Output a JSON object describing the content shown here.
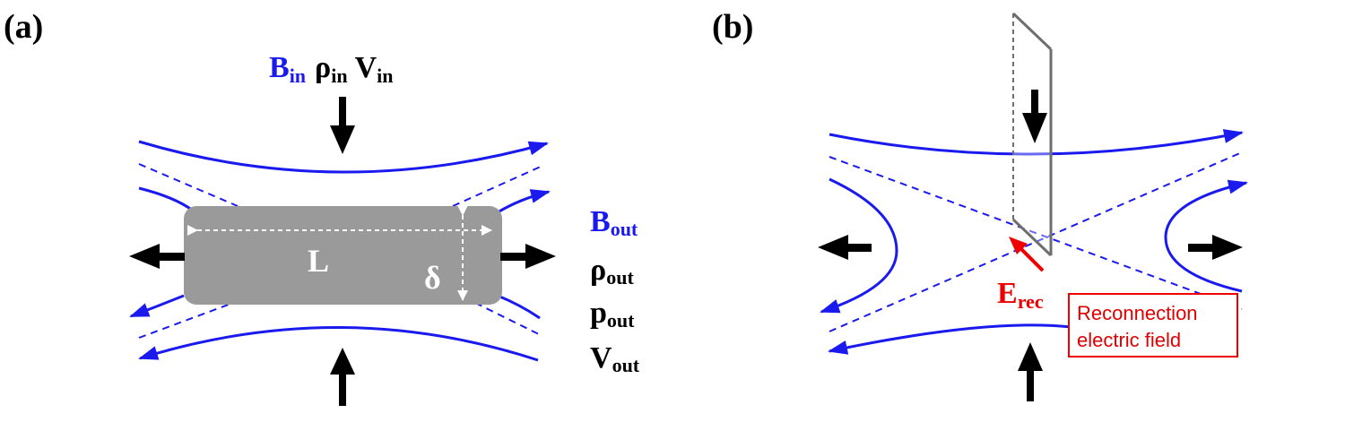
{
  "panel_a": {
    "label": "(a)",
    "inflow": {
      "B": "B",
      "B_sub": "in",
      "rho": "ρ",
      "rho_sub": "in",
      "V": "V",
      "V_sub": "in"
    },
    "outflow": {
      "B": "B",
      "B_sub": "out",
      "rho": "ρ",
      "rho_sub": "out",
      "p": "p",
      "p_sub": "out",
      "V": "V",
      "V_sub": "out"
    },
    "diffusion_region": {
      "length_label": "L",
      "width_label": "δ"
    }
  },
  "panel_b": {
    "label": "(b)",
    "field": {
      "E": "E",
      "E_sub": "rec"
    },
    "annotation": {
      "line1": "Reconnection",
      "line2": "electric field"
    }
  },
  "colors": {
    "field_line": "#1a1aee",
    "arrow": "#000000",
    "diffusion_region": "#9a9a9a",
    "plane": "#6e6e6e",
    "electric_field": "#ee0000"
  }
}
